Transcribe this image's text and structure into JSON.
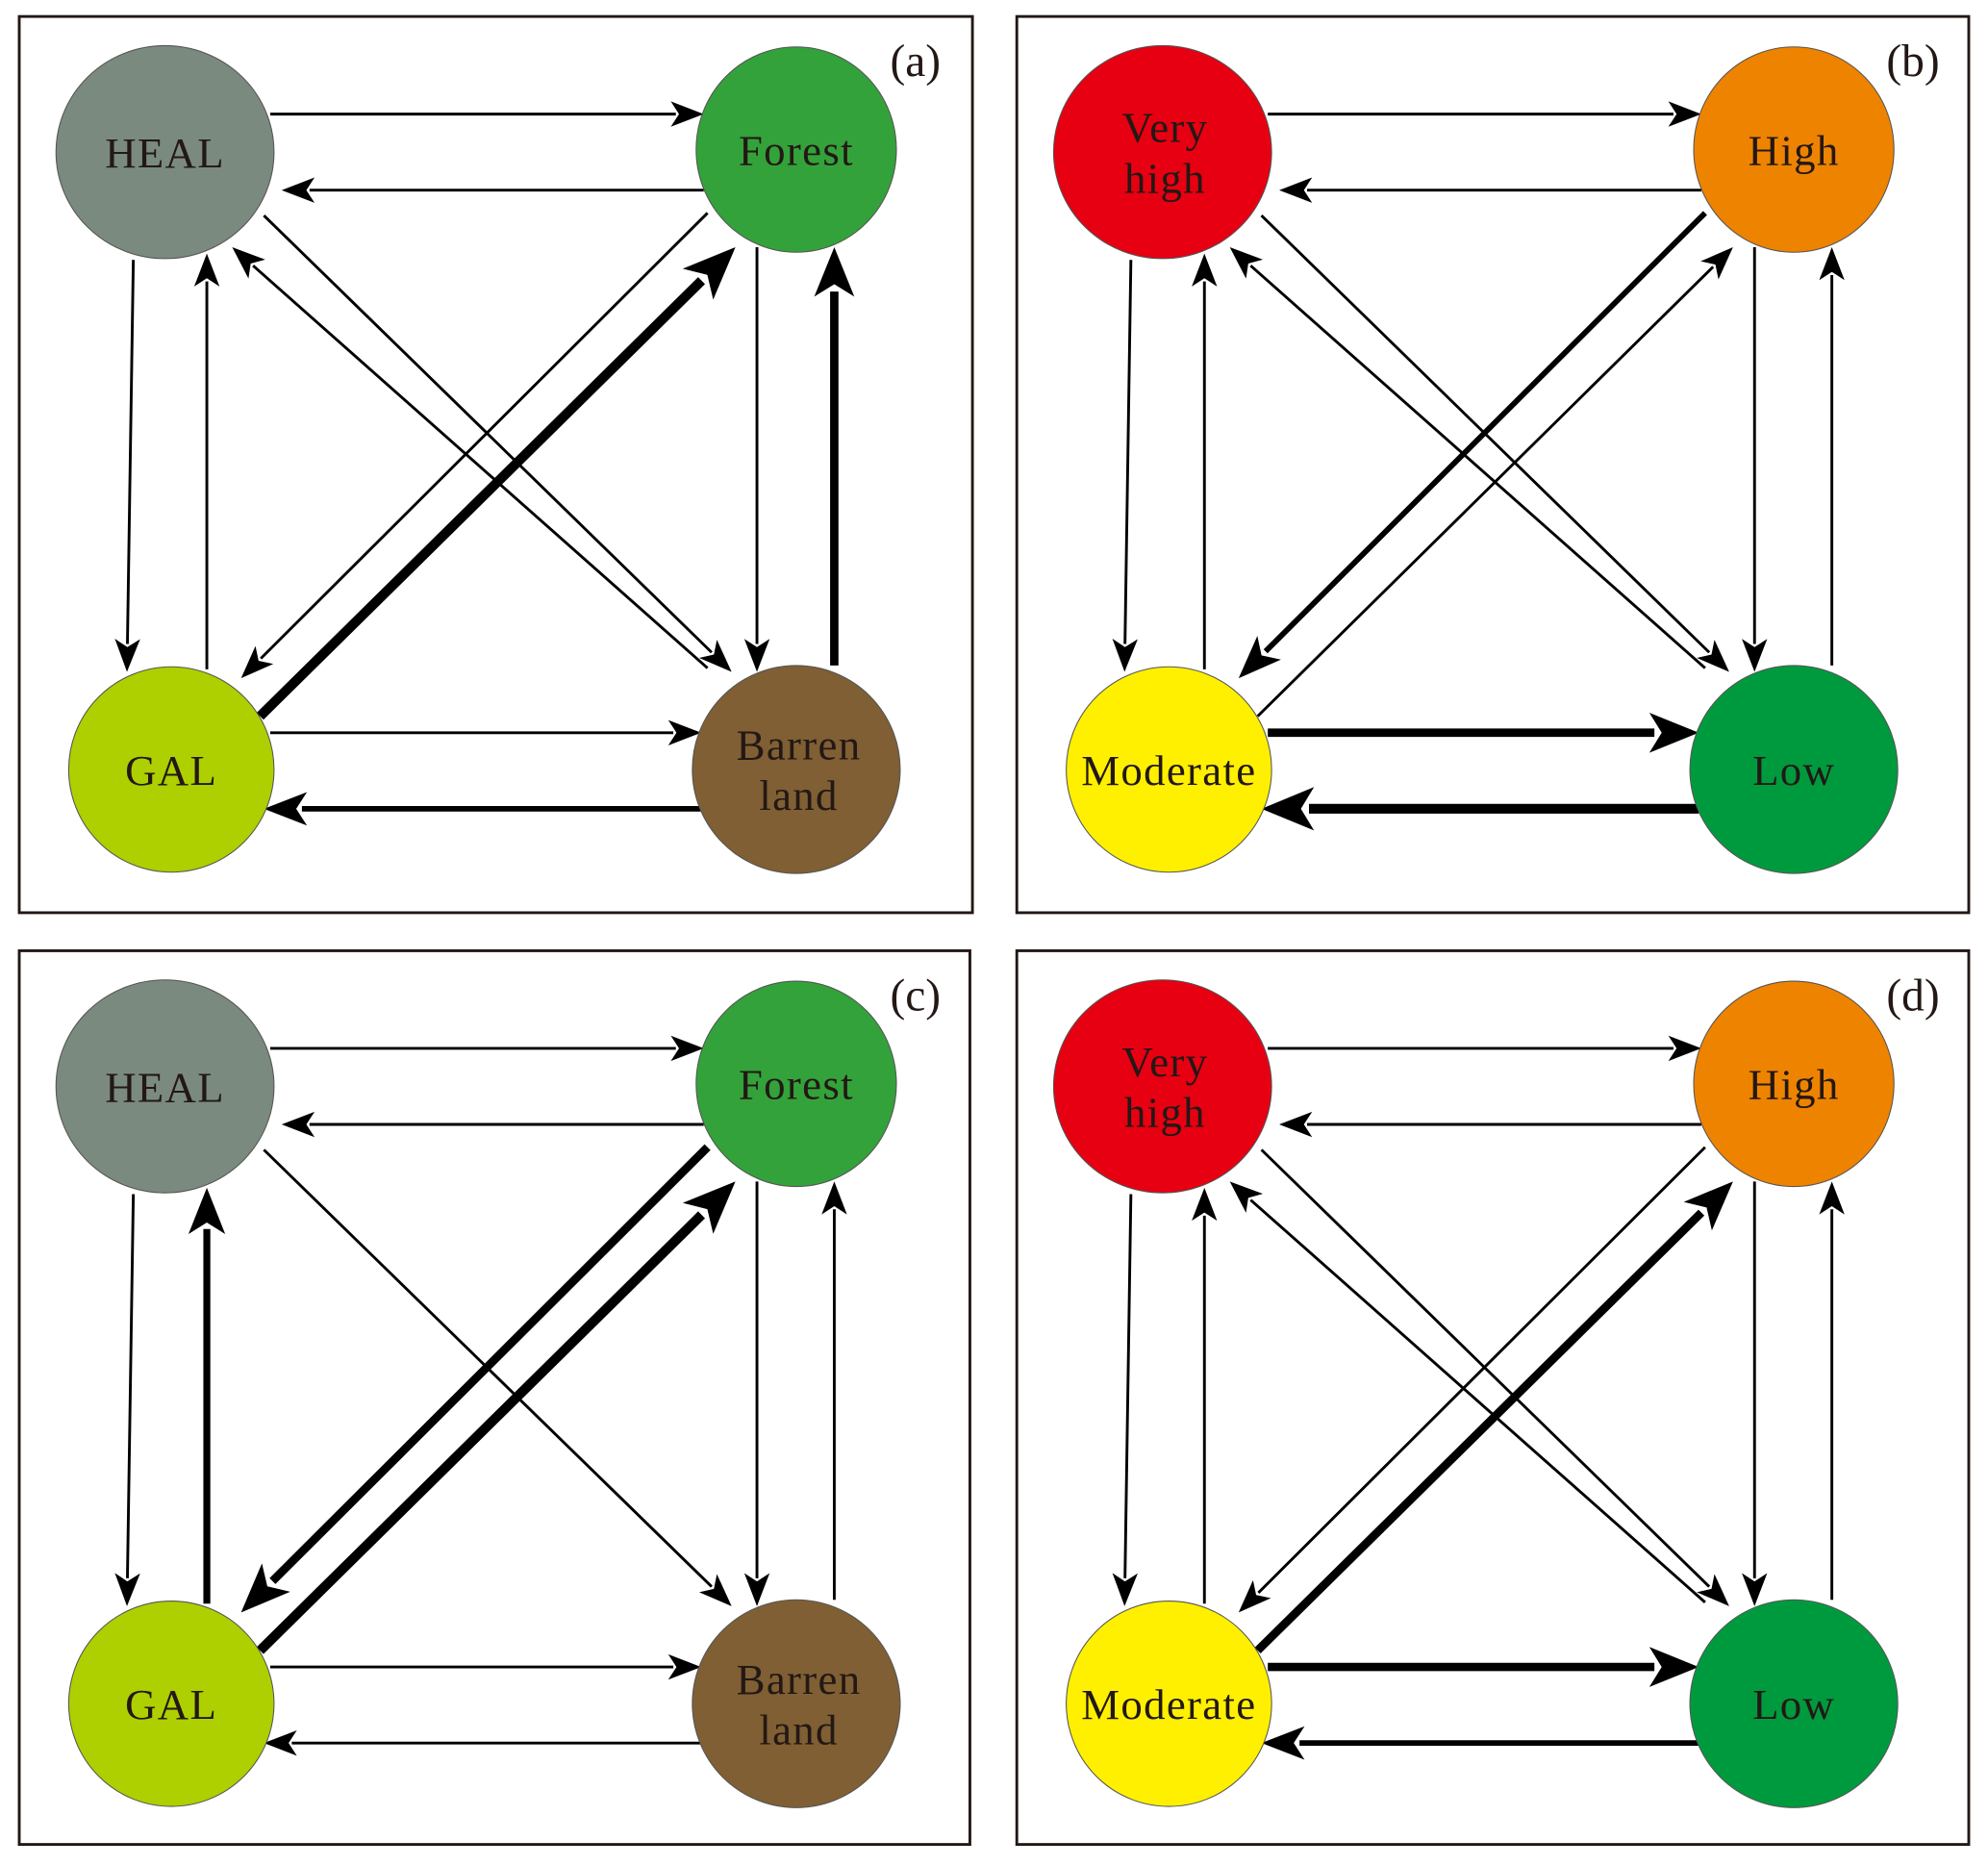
{
  "panels": [
    {
      "tag": "(a)",
      "nodes": [
        {
          "lines": [
            "HEAL"
          ],
          "color": "#7a8a7e"
        },
        {
          "lines": [
            "Forest"
          ],
          "color": "#33a23a"
        },
        {
          "lines": [
            "GAL"
          ],
          "color": "#aecf00"
        },
        {
          "lines": [
            "Barren",
            "land"
          ],
          "color": "#7f5f33"
        }
      ],
      "edges": [
        {
          "from": 0,
          "to": 1,
          "weight": 1
        },
        {
          "from": 1,
          "to": 0,
          "weight": 1
        },
        {
          "from": 0,
          "to": 2,
          "weight": 1
        },
        {
          "from": 2,
          "to": 0,
          "weight": 1
        },
        {
          "from": 1,
          "to": 3,
          "weight": 1
        },
        {
          "from": 3,
          "to": 1,
          "weight": 3
        },
        {
          "from": 2,
          "to": 3,
          "weight": 1
        },
        {
          "from": 3,
          "to": 2,
          "weight": 2
        },
        {
          "from": 0,
          "to": 3,
          "weight": 1
        },
        {
          "from": 3,
          "to": 0,
          "weight": 1
        },
        {
          "from": 1,
          "to": 2,
          "weight": 1
        },
        {
          "from": 2,
          "to": 1,
          "weight": 3.5
        }
      ]
    },
    {
      "tag": "(b)",
      "nodes": [
        {
          "lines": [
            "Very",
            "high"
          ],
          "color": "#e60012"
        },
        {
          "lines": [
            "High"
          ],
          "color": "#ee8300"
        },
        {
          "lines": [
            "Moderate"
          ],
          "color": "#fff000"
        },
        {
          "lines": [
            "Low"
          ],
          "color": "#009a3e"
        }
      ],
      "edges": [
        {
          "from": 0,
          "to": 1,
          "weight": 1
        },
        {
          "from": 1,
          "to": 0,
          "weight": 1
        },
        {
          "from": 0,
          "to": 2,
          "weight": 1
        },
        {
          "from": 2,
          "to": 0,
          "weight": 1
        },
        {
          "from": 1,
          "to": 3,
          "weight": 1
        },
        {
          "from": 3,
          "to": 1,
          "weight": 1
        },
        {
          "from": 2,
          "to": 3,
          "weight": 3
        },
        {
          "from": 3,
          "to": 2,
          "weight": 3.5
        },
        {
          "from": 0,
          "to": 3,
          "weight": 1
        },
        {
          "from": 3,
          "to": 0,
          "weight": 1
        },
        {
          "from": 1,
          "to": 2,
          "weight": 2
        },
        {
          "from": 2,
          "to": 1,
          "weight": 1
        }
      ]
    },
    {
      "tag": "(c)",
      "nodes": [
        {
          "lines": [
            "HEAL"
          ],
          "color": "#7a8a7e"
        },
        {
          "lines": [
            "Forest"
          ],
          "color": "#33a23a"
        },
        {
          "lines": [
            "GAL"
          ],
          "color": "#aecf00"
        },
        {
          "lines": [
            "Barren",
            "land"
          ],
          "color": "#7f5f33"
        }
      ],
      "edges": [
        {
          "from": 0,
          "to": 1,
          "weight": 1
        },
        {
          "from": 1,
          "to": 0,
          "weight": 1
        },
        {
          "from": 0,
          "to": 2,
          "weight": 1
        },
        {
          "from": 2,
          "to": 0,
          "weight": 2.5
        },
        {
          "from": 1,
          "to": 3,
          "weight": 1
        },
        {
          "from": 3,
          "to": 1,
          "weight": 1
        },
        {
          "from": 2,
          "to": 3,
          "weight": 1
        },
        {
          "from": 3,
          "to": 2,
          "weight": 1
        },
        {
          "from": 0,
          "to": 3,
          "weight": 1
        },
        {
          "from": 1,
          "to": 2,
          "weight": 3
        },
        {
          "from": 2,
          "to": 1,
          "weight": 3.5
        }
      ]
    },
    {
      "tag": "(d)",
      "nodes": [
        {
          "lines": [
            "Very",
            "high"
          ],
          "color": "#e60012"
        },
        {
          "lines": [
            "High"
          ],
          "color": "#ee8300"
        },
        {
          "lines": [
            "Moderate"
          ],
          "color": "#fff000"
        },
        {
          "lines": [
            "Low"
          ],
          "color": "#009a3e"
        }
      ],
      "edges": [
        {
          "from": 0,
          "to": 1,
          "weight": 1
        },
        {
          "from": 1,
          "to": 0,
          "weight": 1
        },
        {
          "from": 0,
          "to": 2,
          "weight": 1
        },
        {
          "from": 2,
          "to": 0,
          "weight": 1
        },
        {
          "from": 1,
          "to": 3,
          "weight": 1
        },
        {
          "from": 3,
          "to": 1,
          "weight": 1
        },
        {
          "from": 2,
          "to": 3,
          "weight": 3
        },
        {
          "from": 3,
          "to": 2,
          "weight": 2
        },
        {
          "from": 0,
          "to": 3,
          "weight": 1
        },
        {
          "from": 3,
          "to": 0,
          "weight": 1
        },
        {
          "from": 1,
          "to": 2,
          "weight": 1
        },
        {
          "from": 2,
          "to": 1,
          "weight": 3
        }
      ]
    }
  ]
}
